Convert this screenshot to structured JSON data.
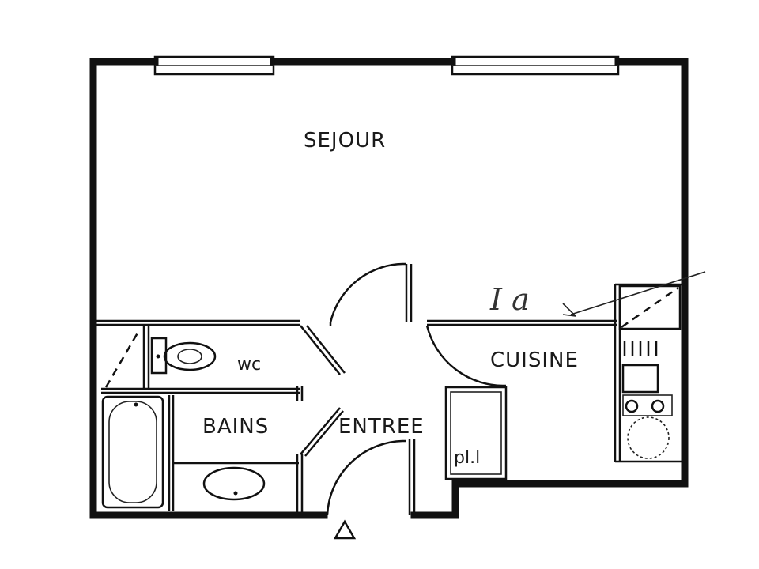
{
  "rooms": {
    "sejour": "SEJOUR",
    "cuisine": "CUISINE",
    "wc": "wc",
    "bains": "BAINS",
    "entree": "ENTREE",
    "placard": "pl.l"
  },
  "annotation": "I a",
  "entrance_marker": "entrance-triangle"
}
